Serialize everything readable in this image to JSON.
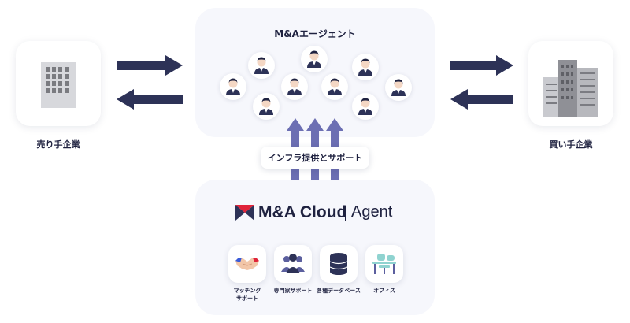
{
  "seller": {
    "label": "売り手企業"
  },
  "buyer": {
    "label": "買い手企業"
  },
  "agents": {
    "title": "M&Aエージェント"
  },
  "infra": {
    "label": "インフラ提供とサポート"
  },
  "brand": {
    "name": "M&A Cloud",
    "sub": "Agent"
  },
  "features": [
    {
      "label_1": "マッチング",
      "label_2": "サポート",
      "icon": "handshake-icon"
    },
    {
      "label_1": "専門家サポート",
      "icon": "experts-icon"
    },
    {
      "label_1": "各種データベース",
      "icon": "database-icon"
    },
    {
      "label_1": "オフィス",
      "icon": "office-icon"
    }
  ],
  "colors": {
    "navy": "#2d3257",
    "purple": "#6c6fb3",
    "red": "#e0243a"
  }
}
